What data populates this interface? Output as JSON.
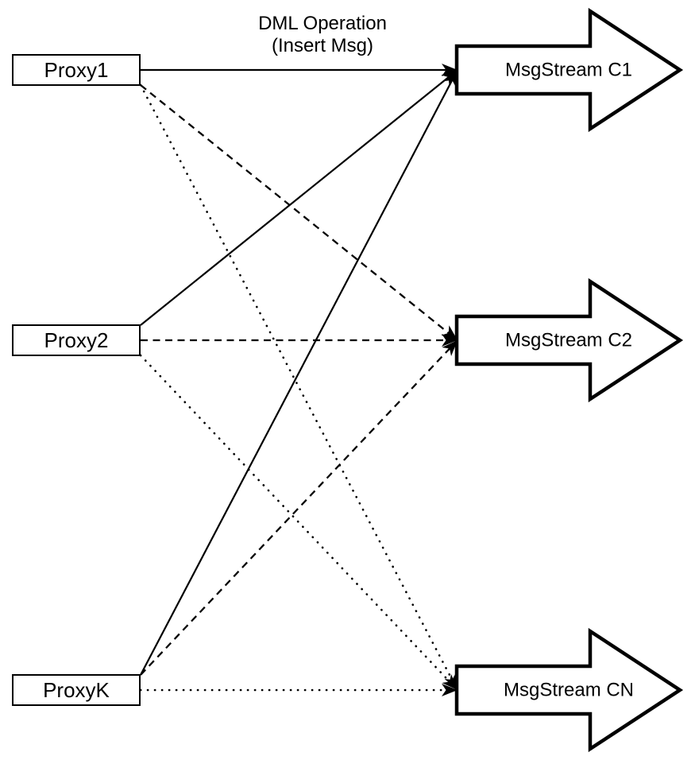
{
  "annotation": {
    "line1": "DML Operation",
    "line2": "(Insert Msg)"
  },
  "proxies": [
    {
      "id": "Proxy1",
      "label": "Proxy1"
    },
    {
      "id": "Proxy2",
      "label": "Proxy2"
    },
    {
      "id": "ProxyK",
      "label": "ProxyK"
    }
  ],
  "streams": [
    {
      "id": "C1",
      "label": "MsgStream C1"
    },
    {
      "id": "C2",
      "label": "MsgStream C2"
    },
    {
      "id": "CN",
      "label": "MsgStream CN"
    }
  ],
  "connections": [
    {
      "from": "Proxy1",
      "to": "C1",
      "style": "solid"
    },
    {
      "from": "Proxy1",
      "to": "C2",
      "style": "dashed"
    },
    {
      "from": "Proxy1",
      "to": "CN",
      "style": "dotted"
    },
    {
      "from": "Proxy2",
      "to": "C1",
      "style": "solid"
    },
    {
      "from": "Proxy2",
      "to": "C2",
      "style": "dashed"
    },
    {
      "from": "Proxy2",
      "to": "CN",
      "style": "dotted"
    },
    {
      "from": "ProxyK",
      "to": "C1",
      "style": "solid"
    },
    {
      "from": "ProxyK",
      "to": "C2",
      "style": "dashed"
    },
    {
      "from": "ProxyK",
      "to": "CN",
      "style": "dotted"
    }
  ],
  "colors": {
    "line": "#000000",
    "fill": "#ffffff",
    "text": "#000000",
    "background": "#ffffff"
  }
}
